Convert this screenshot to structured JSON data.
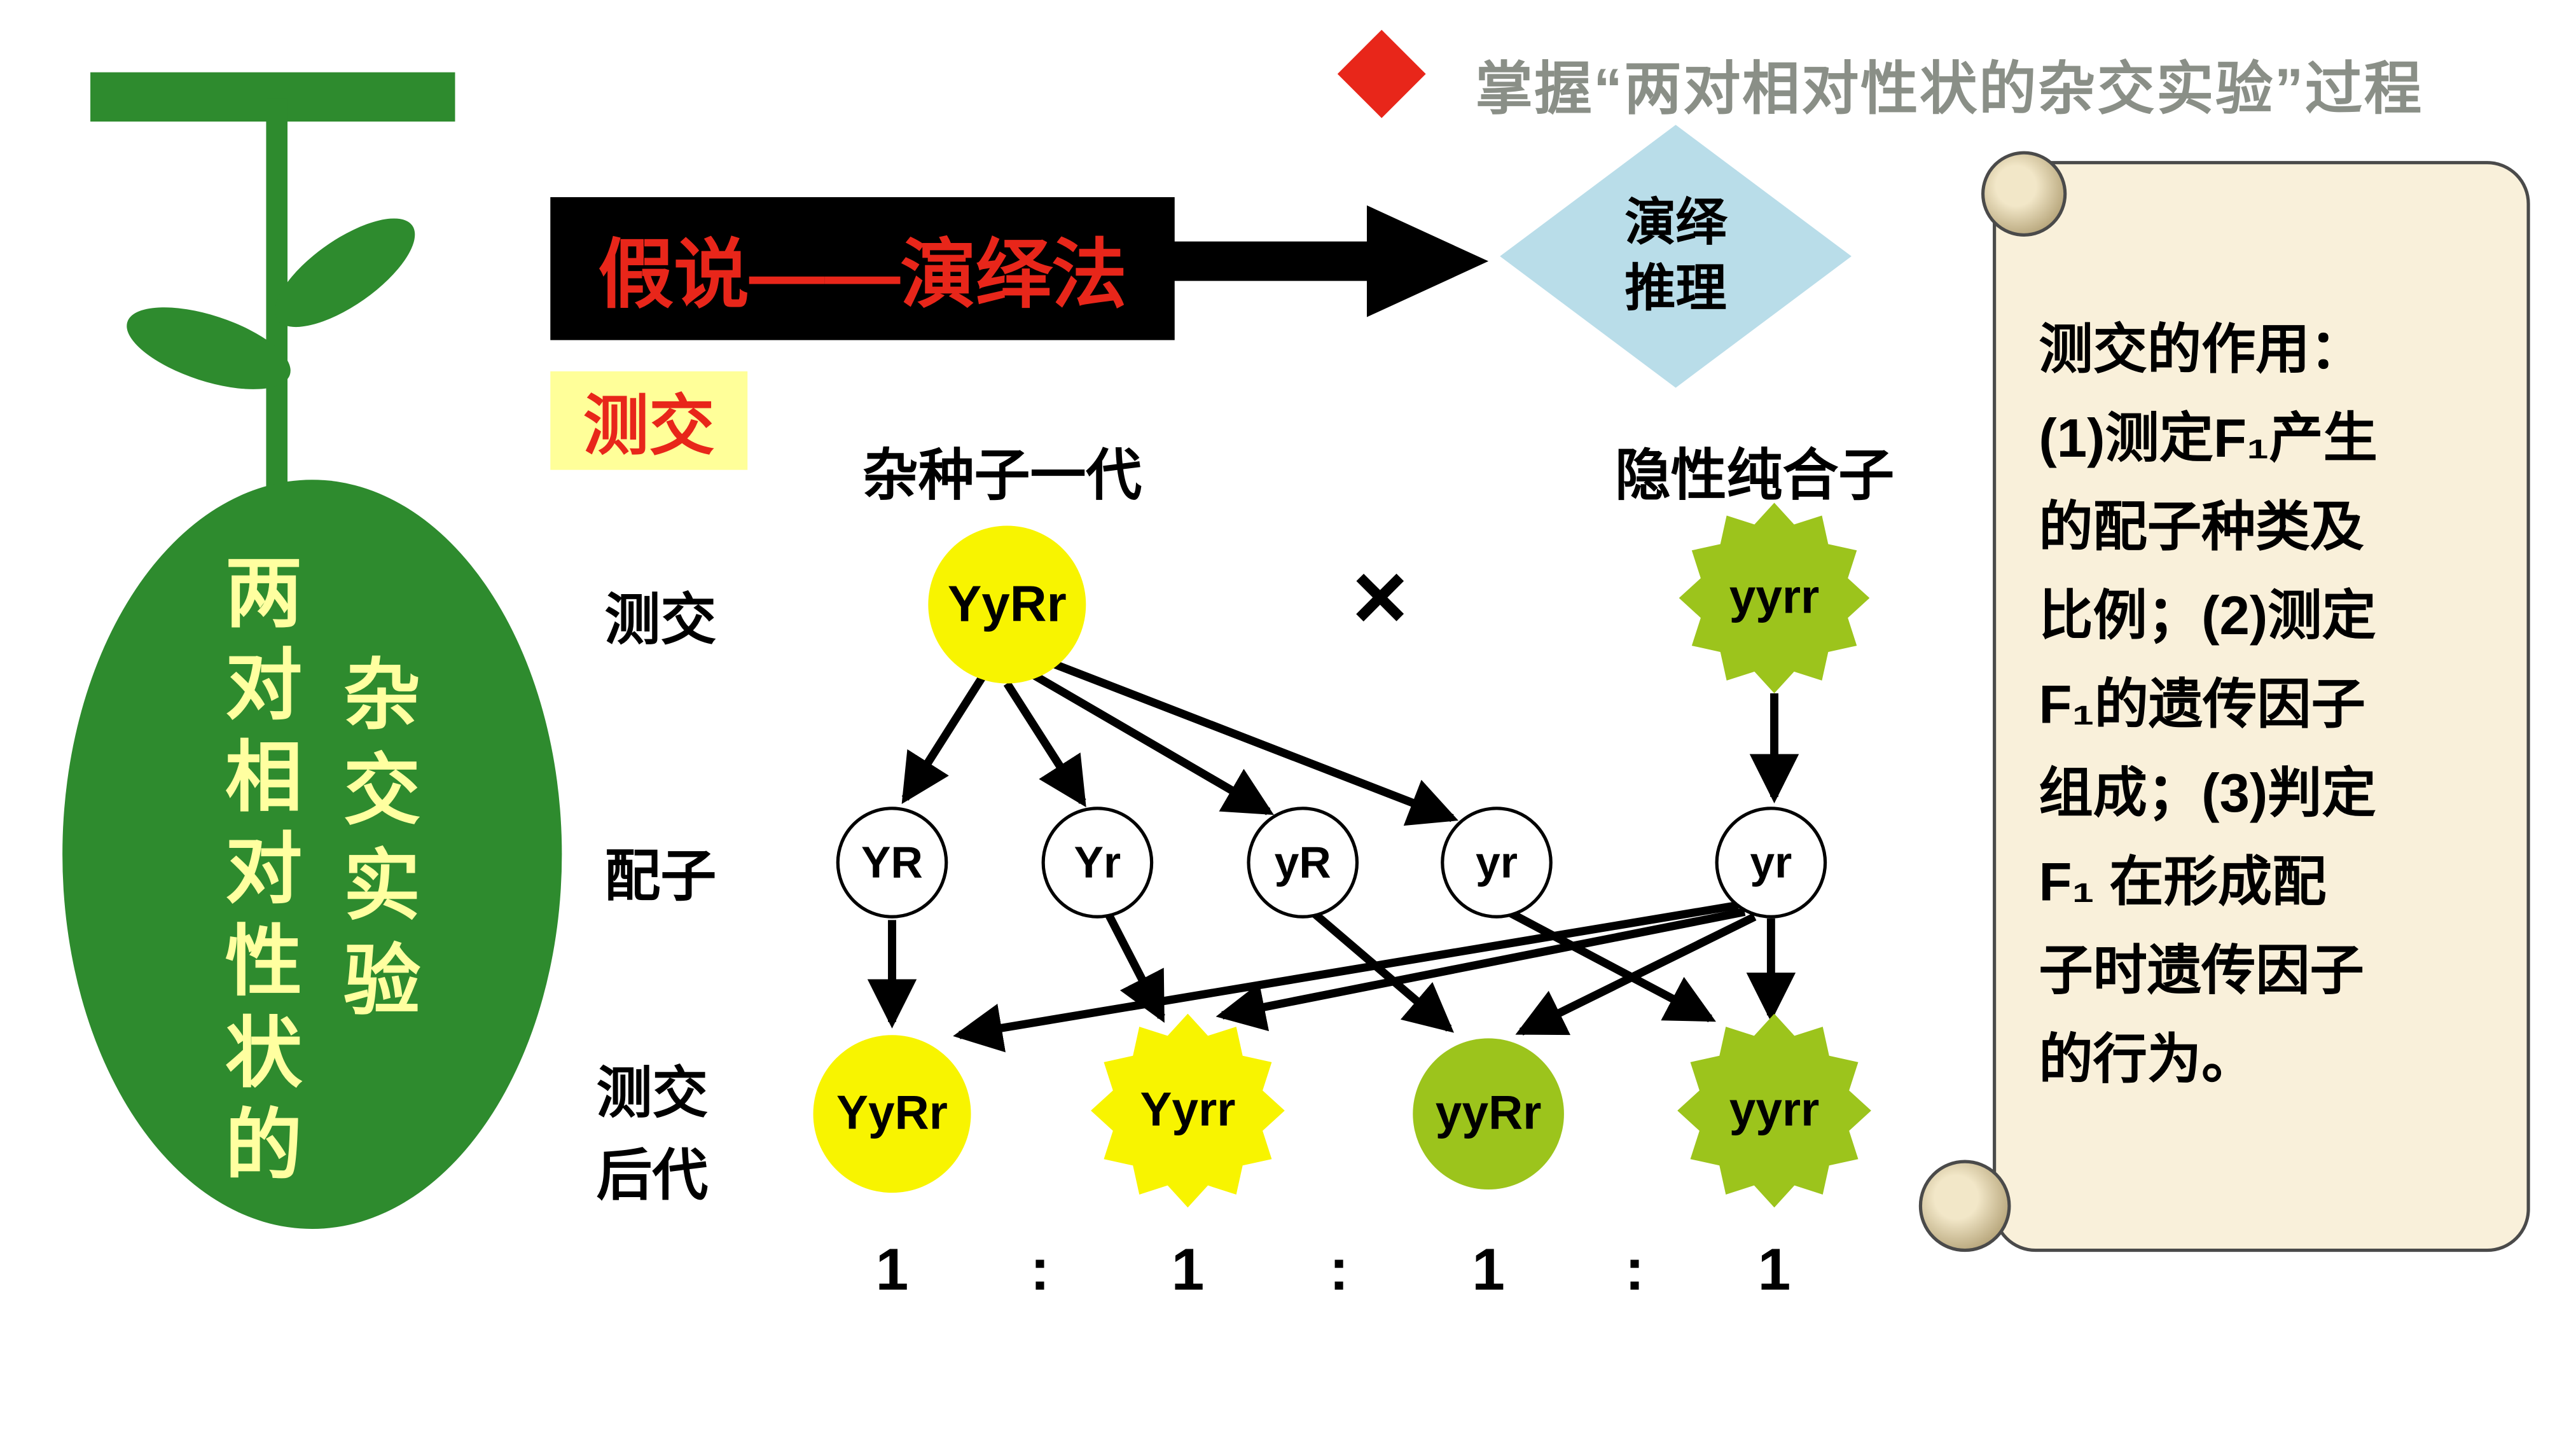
{
  "colors": {
    "green": "#2e8b2e",
    "pale-yellow-text": "#ffffa0",
    "red": "#e8261a",
    "yellow": "#f8f400",
    "yellow-green": "#9cc41c",
    "light-blue": "#b9dde9",
    "cream": "#f9f0da",
    "tag-bg": "#ffff99",
    "title-gray": "#8a8f87"
  },
  "header": {
    "title": "掌握“两对相对性状的杂交实验”过程"
  },
  "left_panel": {
    "col1": "两对相对性状的",
    "col2": "杂交实验"
  },
  "method_banner": {
    "label": "假说——演绎法"
  },
  "deduction": {
    "line1": "演绎",
    "line2": "推理"
  },
  "testcross_tag": {
    "label": "测交"
  },
  "diagram": {
    "f1_label": "杂种子一代",
    "recessive_label": "隐性纯合子",
    "row_labels": {
      "cross": "测交",
      "gametes": "配子",
      "offspring1": "测交",
      "offspring2": "后代"
    },
    "cross_symbol": "×",
    "parents": {
      "f1": "YyRr",
      "recessive": "yyrr"
    },
    "gametes": [
      "YR",
      "Yr",
      "yR",
      "yr",
      "yr"
    ],
    "offspring": [
      "YyRr",
      "Yyrr",
      "yyRr",
      "yyrr"
    ],
    "ratio": [
      "1",
      ":",
      "1",
      ":",
      "1",
      ":",
      "1"
    ]
  },
  "scroll_note": {
    "lines": [
      "测交的作用：",
      "(1)测定F₁产生",
      "的配子种类及",
      "比例；(2)测定",
      "F₁的遗传因子",
      "组成；(3)判定",
      "F₁ 在形成配",
      "子时遗传因子",
      "的行为。"
    ]
  }
}
